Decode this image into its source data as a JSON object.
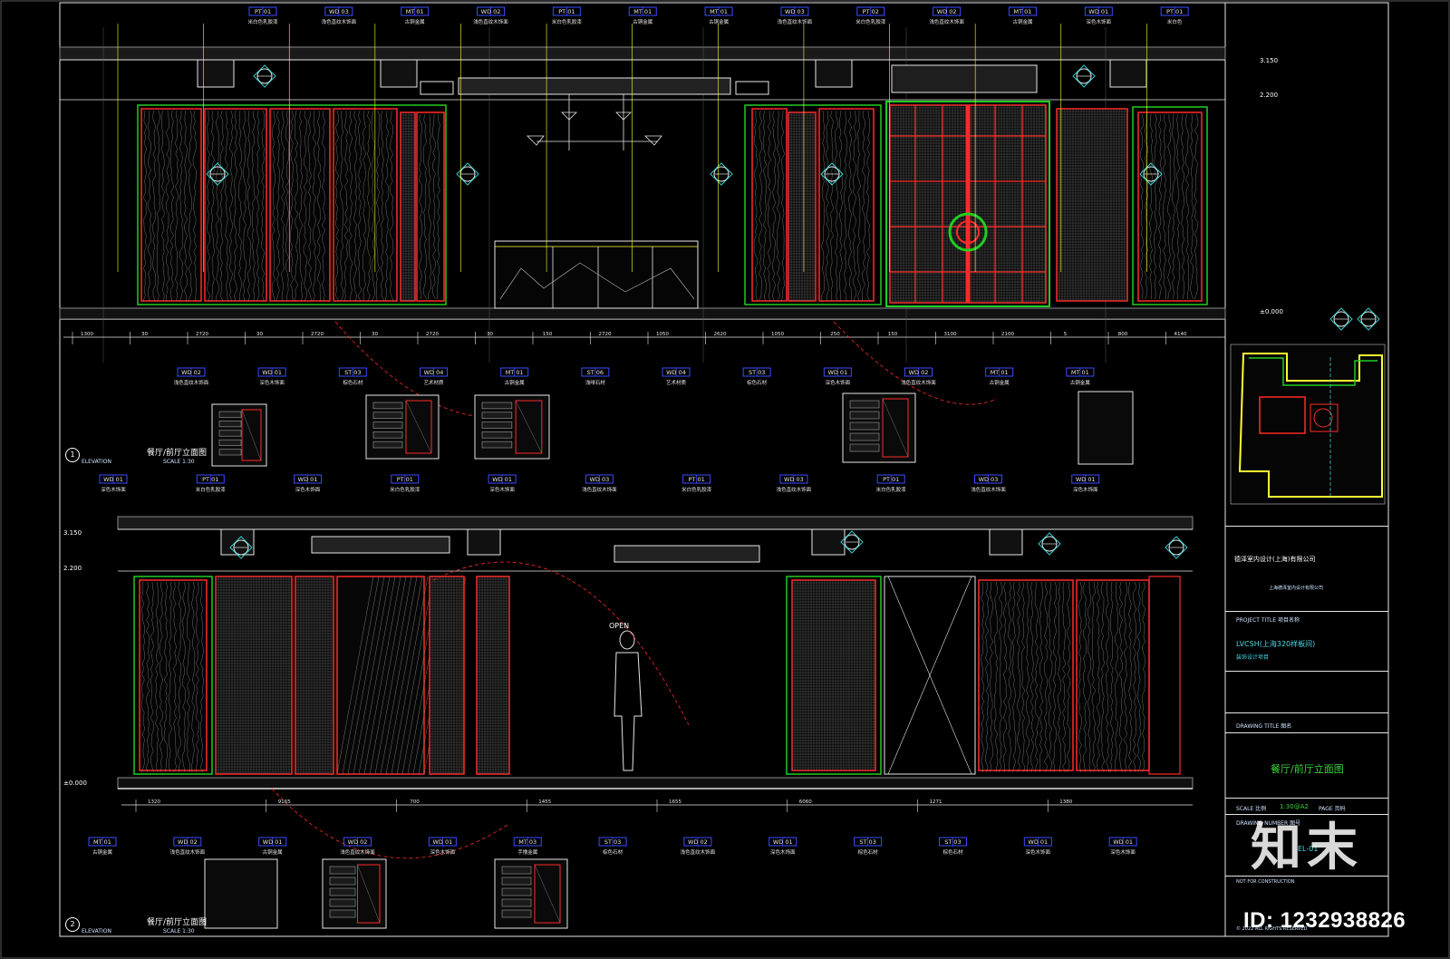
{
  "colors": {
    "frame": "#e6e6e6",
    "yellow": "#ffff33",
    "red": "#ff2a2a",
    "green": "#22cc22",
    "cyan": "#33cccc",
    "blue": "#3a4cff",
    "gray": "#8a8a8a",
    "dim": "#5a5a5a",
    "hatch": "#bdbdbd"
  },
  "tags_top": [
    {
      "code": "PT 01",
      "note": "米白色乳胶漆"
    },
    {
      "code": "WD 03",
      "note": "浅色直纹木饰面"
    },
    {
      "code": "MT 01",
      "note": "古铜金属"
    },
    {
      "code": "WD 02",
      "note": "浅色直纹木饰面"
    },
    {
      "code": "PT 01",
      "note": "米白色乳胶漆"
    },
    {
      "code": "MT 01",
      "note": "古铜金属"
    },
    {
      "code": "MT 01",
      "note": "古铜金属"
    },
    {
      "code": "WD 03",
      "note": "浅色直纹木饰面"
    },
    {
      "code": "PT 02",
      "note": "米白色乳胶漆"
    },
    {
      "code": "WD 02",
      "note": "浅色直纹木饰面"
    },
    {
      "code": "MT 01",
      "note": "古铜金属"
    },
    {
      "code": "WD 01",
      "note": "深色木饰面"
    },
    {
      "code": "PT 01",
      "note": "米白色"
    }
  ],
  "tags_mid": [
    {
      "code": "WD 02",
      "note": "浅色直纹木饰面"
    },
    {
      "code": "WD 01",
      "note": "深色木饰面"
    },
    {
      "code": "ST 03",
      "note": "棕色石材"
    },
    {
      "code": "WD 04",
      "note": "艺术材质"
    },
    {
      "code": "MT 01",
      "note": "古铜金属"
    },
    {
      "code": "ST 06",
      "note": "浅啡石材"
    },
    {
      "code": "WD 04",
      "note": "艺术材质"
    },
    {
      "code": "ST 03",
      "note": "棕色石材"
    },
    {
      "code": "WD 01",
      "note": "深色木饰面"
    },
    {
      "code": "WD 02",
      "note": "浅色直纹木饰面"
    },
    {
      "code": "MT 01",
      "note": "古铜金属"
    },
    {
      "code": "MT 01",
      "note": "古铜金属"
    }
  ],
  "tags_lower": [
    {
      "code": "WD 01",
      "note": "深色木饰面"
    },
    {
      "code": "PT 01",
      "note": "米白色乳胶漆"
    },
    {
      "code": "WD 01",
      "note": "深色木饰面"
    },
    {
      "code": "PT 01",
      "note": "米白色乳胶漆"
    },
    {
      "code": "WD 01",
      "note": "深色木饰面"
    },
    {
      "code": "WD 03",
      "note": "浅色直纹木饰面"
    },
    {
      "code": "PT 01",
      "note": "米白色乳胶漆"
    },
    {
      "code": "WD 03",
      "note": "浅色直纹木饰面"
    },
    {
      "code": "PT 01",
      "note": "米白色乳胶漆"
    },
    {
      "code": "WD 03",
      "note": "浅色直纹木饰面"
    },
    {
      "code": "WD 01",
      "note": "深色木饰面"
    }
  ],
  "tags_bottom": [
    {
      "code": "MT 01",
      "note": "古铜金属"
    },
    {
      "code": "WD 02",
      "note": "浅色直纹木饰面"
    },
    {
      "code": "WD 01",
      "note": "古铜金属"
    },
    {
      "code": "WD 02",
      "note": "浅色直纹木饰面"
    },
    {
      "code": "WD 01",
      "note": "深色木饰面"
    },
    {
      "code": "MT 03",
      "note": "手撸金属"
    },
    {
      "code": "ST 03",
      "note": "棕色石材"
    },
    {
      "code": "WD 02",
      "note": "浅色直纹木饰面"
    },
    {
      "code": "WD 01",
      "note": "深色木饰面"
    },
    {
      "code": "ST 03",
      "note": "棕色石材"
    },
    {
      "code": "ST 03",
      "note": "棕色石材"
    },
    {
      "code": "WD 01",
      "note": "深色木饰面"
    },
    {
      "code": "WD 01",
      "note": "深色木饰面"
    }
  ],
  "dims_top": [
    "1300",
    "30",
    "2720",
    "30",
    "2720",
    "30",
    "2720",
    "30",
    "150",
    "2720",
    "1050",
    "2620",
    "1050",
    "250",
    "150",
    "3100",
    "2100",
    "5",
    "800",
    "4140"
  ],
  "dims_bottom": [
    "1320",
    "9165",
    "700",
    "1455",
    "1655",
    "6060",
    "1271",
    "1380"
  ],
  "elevation_1": {
    "num": "1",
    "title": "餐厅/前厅立面图",
    "sub": "ELEVATION",
    "scale": "SCALE 1:30"
  },
  "elevation_2": {
    "num": "2",
    "title": "餐厅/前厅立面图",
    "sub": "ELEVATION",
    "scale": "SCALE 1:30"
  },
  "open_label": "OPEN",
  "levels": {
    "top": "3.150",
    "mid": "2.200",
    "floor": "±0.000"
  },
  "title_block": {
    "company": "德泽室内设计(上海)有限公司",
    "company_sub": "上海德泽室内设计有限公司",
    "project_title_label": "PROJECT TITLE 项目名称",
    "project_name": "LVCSH(上海320样板间)",
    "project_sub": "装饰设计项目",
    "drawing_title_label": "DRAWING TITLE 图名",
    "drawing_title": "餐厅/前厅立面图",
    "scale_label": "SCALE 比例",
    "scale_value": "1:30@A2",
    "page_label": "PAGE 页码",
    "drawing_number_label": "DRAWING NUMBER 图号",
    "drawing_number": "EL-01",
    "note": "NOT FOR CONSTRUCTION",
    "copyright": "© 2022 ALL RIGHTS RESERVED"
  },
  "watermark": {
    "logo": "知末",
    "id": "ID: 1232938826"
  }
}
